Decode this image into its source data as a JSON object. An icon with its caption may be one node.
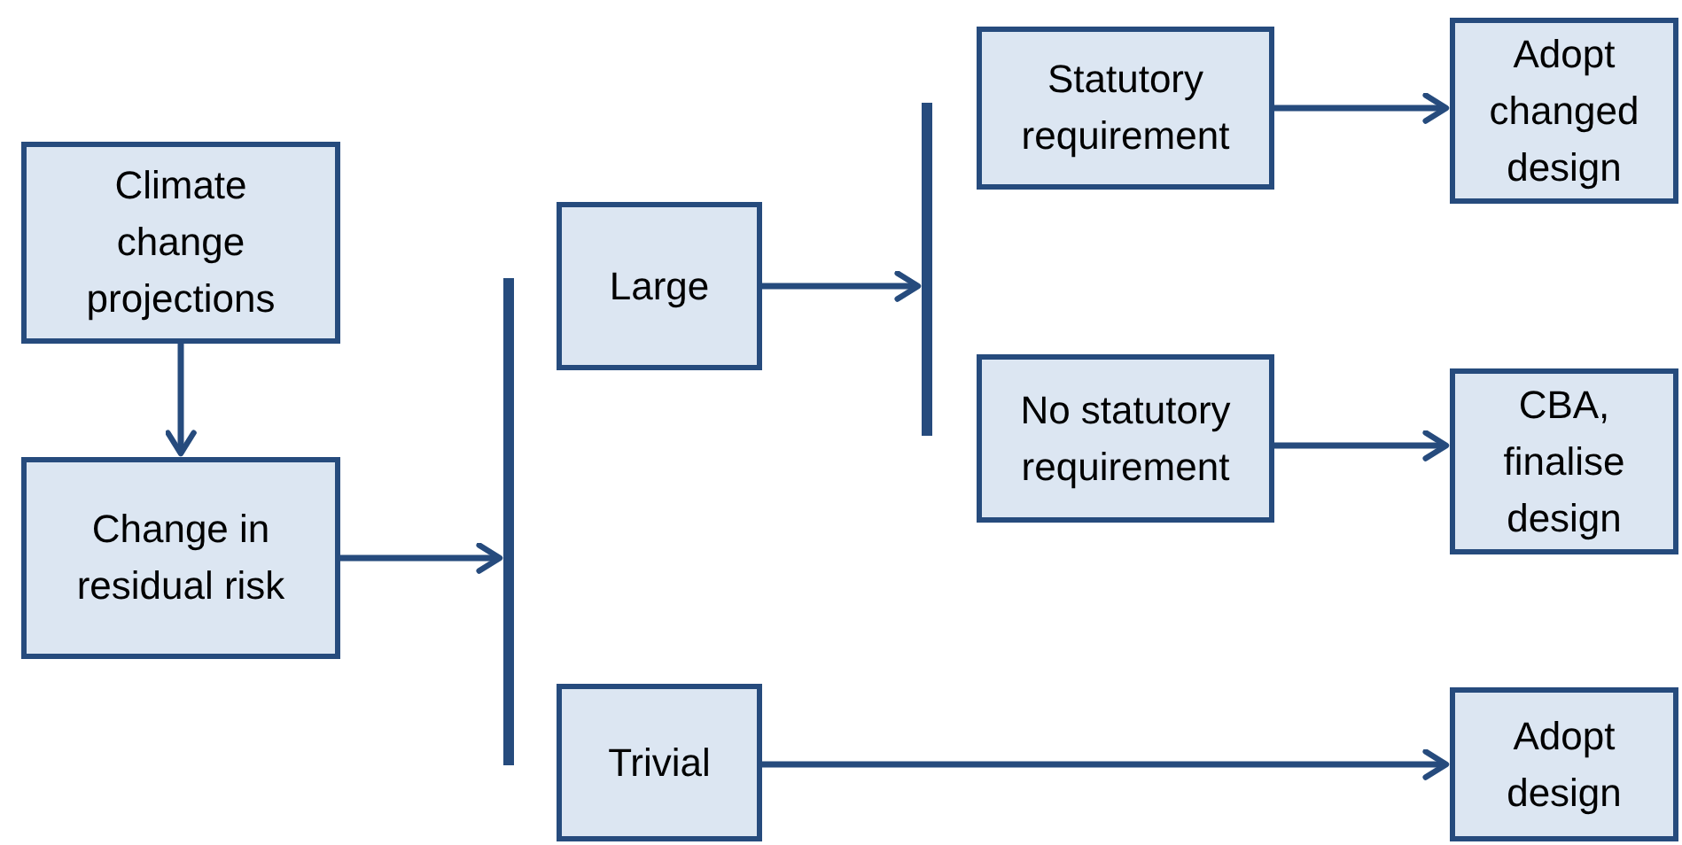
{
  "diagram": {
    "nodes": [
      {
        "text": [
          "Climate change projections"
        ]
      },
      {
        "text": [
          "Change in residual risk"
        ]
      },
      {
        "text": [],
        "shape": "bar"
      },
      {
        "text": [
          "Large"
        ]
      },
      {
        "text": [
          "Trivial"
        ]
      },
      {
        "text": [],
        "shape": "bar"
      },
      {
        "text": [
          "Statutory requirement"
        ]
      },
      {
        "text": [
          "No statutory requirement"
        ]
      },
      {
        "text": [
          "Adopt changed design"
        ]
      },
      {
        "text": [
          "CBA, finalise design"
        ]
      },
      {
        "text": [
          "Adopt design"
        ]
      }
    ],
    "edges": [
      {
        "from": 0,
        "to": 1,
        "arrow": "to"
      },
      {
        "from": 1,
        "to": 2,
        "arrow": "to"
      },
      {
        "from": 3,
        "to": 5,
        "arrow": "to"
      },
      {
        "from": 6,
        "to": 8,
        "arrow": "to"
      },
      {
        "from": 7,
        "to": 9,
        "arrow": "to"
      },
      {
        "from": 4,
        "to": 10,
        "arrow": "to"
      }
    ]
  }
}
